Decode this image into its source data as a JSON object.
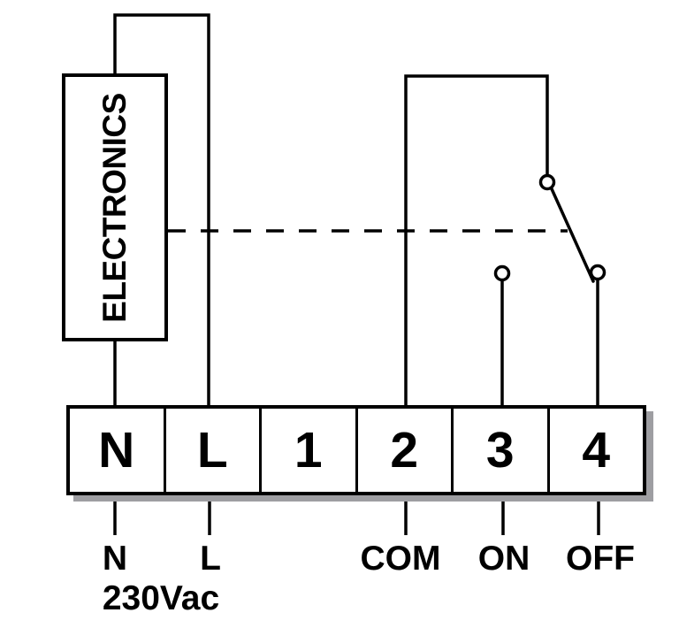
{
  "electronics": "ELECTRONICS",
  "terminals": [
    "N",
    "L",
    "1",
    "2",
    "3",
    "4"
  ],
  "labels": {
    "neutral": "N",
    "line": "L",
    "supply": "230Vac",
    "com": "COM",
    "on": "ON",
    "off": "OFF"
  },
  "colors": {
    "line": "#000000",
    "shadow": "#9e9ea2",
    "background": "#ffffff"
  }
}
